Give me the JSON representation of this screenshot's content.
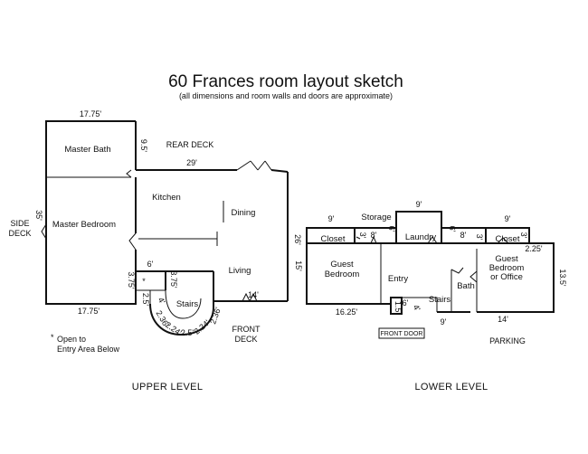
{
  "title": "60 Frances room layout sketch",
  "subtitle": "(all dimensions and room walls and doors are approximate)",
  "upper": {
    "level_label": "UPPER LEVEL",
    "rooms": {
      "master_bath": "Master Bath",
      "master_bedroom": "Master Bedroom",
      "kitchen": "Kitchen",
      "dining": "Dining",
      "living": "Living",
      "stairs": "Stairs"
    },
    "areas": {
      "rear_deck": "REAR DECK",
      "side_deck_1": "SIDE",
      "side_deck_2": "DECK",
      "front_deck_1": "FRONT",
      "front_deck_2": "DECK"
    },
    "dims": {
      "top_width": "17.75'",
      "bath_height": "9.5'",
      "rear_width": "29'",
      "side_depth": "35'",
      "right_depth": "26'",
      "bottom_width": "17.75'",
      "stair_width": "6'",
      "stair_left": "3.75'",
      "stair_inner": "3.75'",
      "stair_step": "2.5'",
      "front_width": "14'",
      "stair_marker": "*",
      "curve_1": "2.36'",
      "curve_2": "2.24'",
      "curve_3": "2.5'",
      "curve_4": "2.24'",
      "curve_5": "2.36'",
      "curve_6": "4'"
    },
    "note_marker": "*",
    "note_line1": "Open to",
    "note_line2": "Entry Area Below"
  },
  "lower": {
    "level_label": "LOWER LEVEL",
    "rooms": {
      "closet_left": "Closet",
      "storage": "Storage",
      "laundry": "Laundry",
      "closet_right": "Closet",
      "guest_bedroom_1": "Guest",
      "guest_bedroom_2": "Bedroom",
      "entry": "Entry",
      "stairs": "Stairs",
      "bath": "Bath",
      "office_1": "Guest",
      "office_2": "Bedroom",
      "office_3": "or Office"
    },
    "areas": {
      "front_door": "FRONT DOOR",
      "parking": "PARKING"
    },
    "dims": {
      "closet_left_w": "9'",
      "closet_left_h": "3'",
      "storage_w1": "8'",
      "storage_w2": "9'",
      "storage_h": "6'",
      "laundry_w": "9'",
      "laundry_h": "6'",
      "laundry_r": "8'",
      "closet_right_w": "9'",
      "closet_right_h": "3'",
      "bed_left_h": "15'",
      "bed_left_w": "16.25'",
      "entry_door": "1.5'",
      "stair_top": "6'",
      "stair_diag": "4'",
      "stair_bottom": "9'",
      "right_small": "3'",
      "office_top": "2.25'",
      "office_h": "13.5'",
      "office_w": "14'"
    }
  }
}
